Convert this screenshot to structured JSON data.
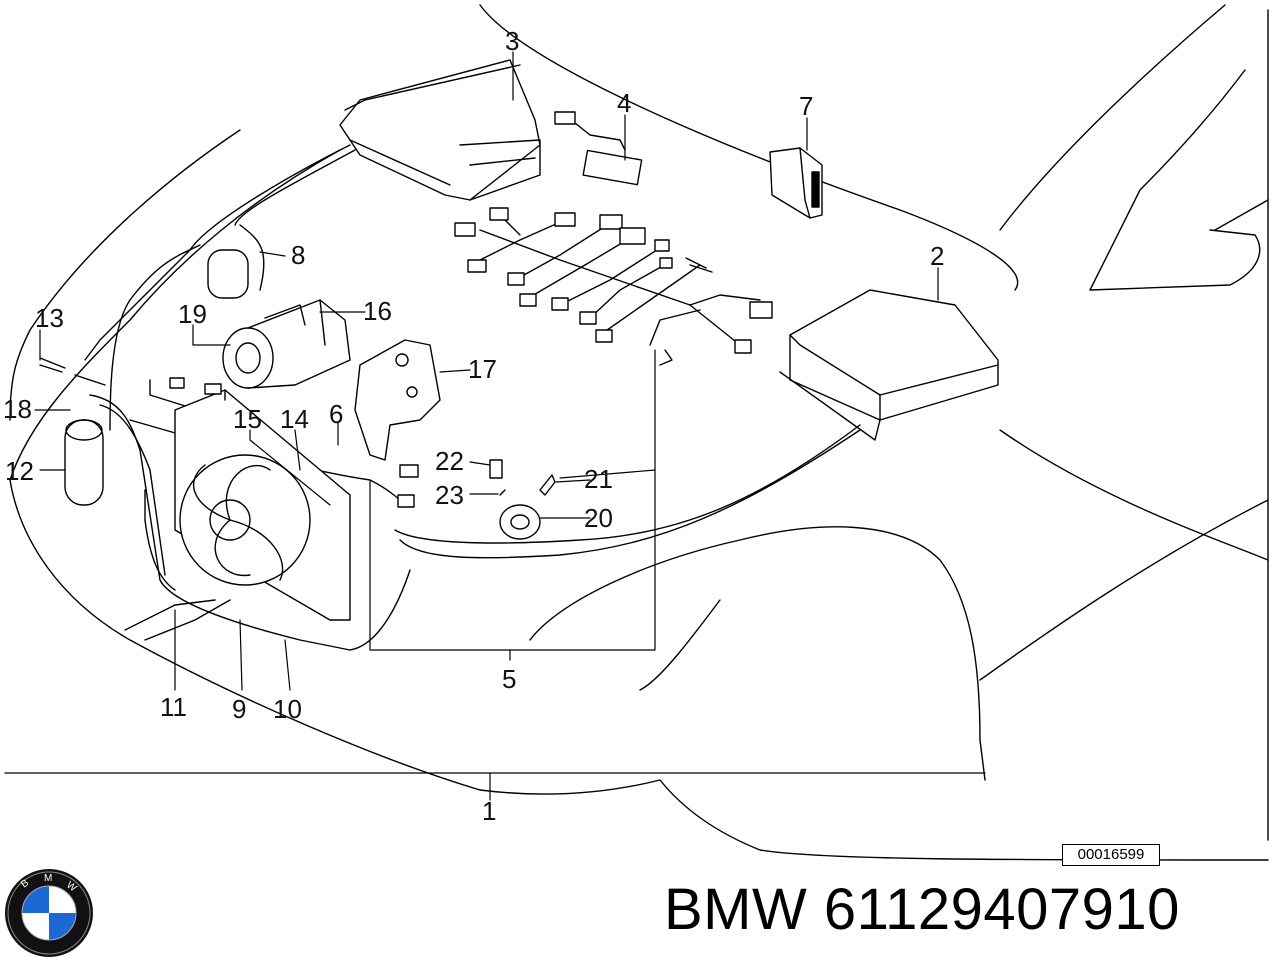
{
  "callouts": [
    "1",
    "2",
    "3",
    "4",
    "5",
    "6",
    "7",
    "8",
    "9",
    "10",
    "11",
    "12",
    "13",
    "14",
    "15",
    "16",
    "17",
    "18",
    "19",
    "20",
    "21",
    "22",
    "23"
  ],
  "reference_code": "00016599",
  "title": "BMW 61129407910",
  "logo": {
    "letters": [
      "B",
      "M",
      "W"
    ],
    "colors": {
      "blue": "#1c69d4",
      "white": "#ffffff",
      "ring": "#111111"
    }
  },
  "icons": [
    "bmw-roundel-logo"
  ]
}
